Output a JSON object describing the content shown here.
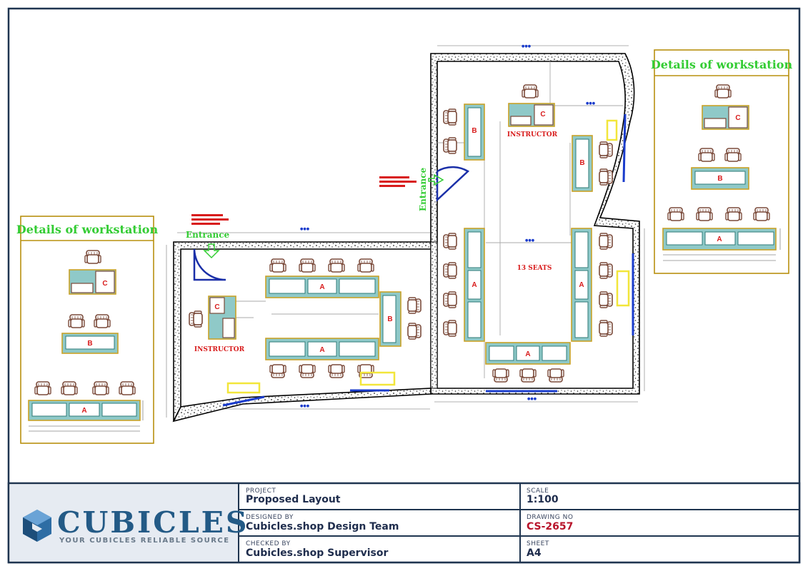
{
  "details_panel": {
    "title": "Details of workstation"
  },
  "plan": {
    "entrance_label": "Entrance",
    "instructor_label": "INSTRUCTOR",
    "seats_label": "13 SEATS",
    "desk_labels": {
      "a": "A",
      "b": "B",
      "c": "C"
    }
  },
  "title_block": {
    "logo": {
      "name": "CUBICLES",
      "tagline": "YOUR CUBICLES RELIABLE SOURCE"
    },
    "project": {
      "label": "PROJECT",
      "value": "Proposed Layout"
    },
    "designed_by": {
      "label": "DESIGNED BY",
      "value": "Cubicles.shop Design Team"
    },
    "checked_by": {
      "label": "CHECKED BY",
      "value": "Cubicles.shop Supervisor"
    },
    "scale": {
      "label": "SCALE",
      "value": "1:100"
    },
    "drawing_no": {
      "label": "DRAWING NO",
      "value": "CS-2657"
    },
    "sheet": {
      "label": "SHEET",
      "value": "A4"
    }
  },
  "colors": {
    "frame": "#1f3550",
    "wall": "#000000",
    "desk_fill": "#8fc9c8",
    "desk_border": "#c9a227",
    "chair": "#7a4a3a",
    "label_red": "#d81b1b",
    "label_green": "#33cc33",
    "dimension": "#1a3ccc",
    "highlight": "#f2e63a",
    "panel_border": "#b8900f"
  }
}
